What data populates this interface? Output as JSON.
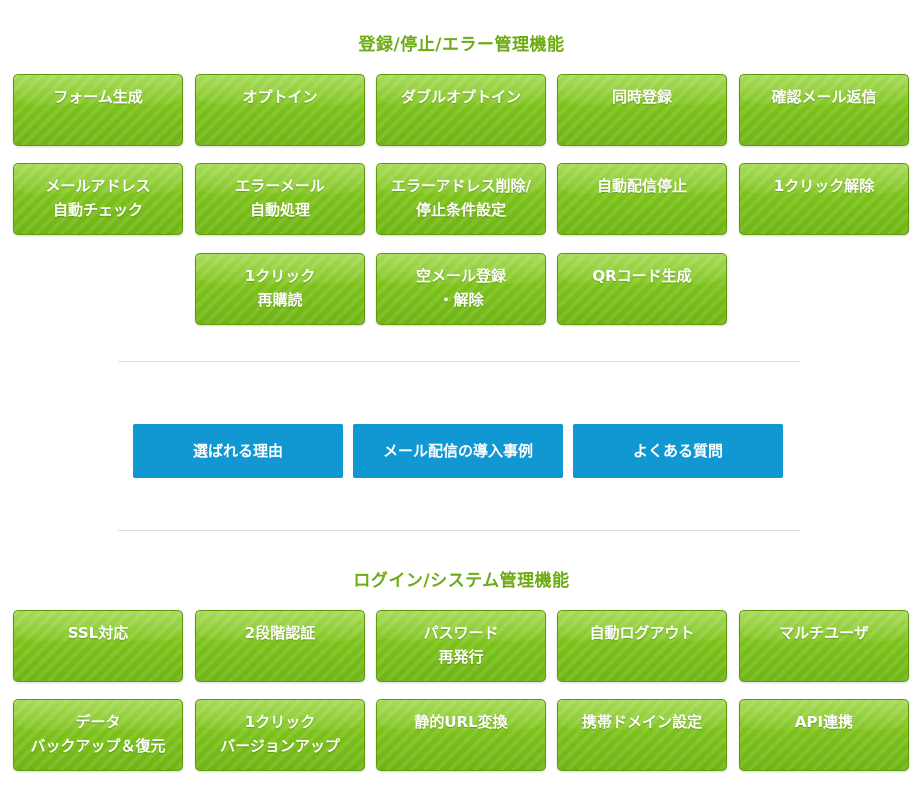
{
  "section1": {
    "title": "登録/停止/エラー管理機能",
    "buttons": [
      {
        "line1": "フォーム生成",
        "line2": ""
      },
      {
        "line1": "オプトイン",
        "line2": ""
      },
      {
        "line1": "ダブルオプトイン",
        "line2": ""
      },
      {
        "line1": "同時登録",
        "line2": ""
      },
      {
        "line1": "確認メール返信",
        "line2": ""
      },
      {
        "line1": "メールアドレス",
        "line2": "自動チェック"
      },
      {
        "line1": "エラーメール",
        "line2": "自動処理"
      },
      {
        "line1": "エラーアドレス削除/",
        "line2": "停止条件設定"
      },
      {
        "line1": "自動配信停止",
        "line2": ""
      },
      {
        "line1": "1クリック解除",
        "line2": ""
      },
      {
        "line1": "1クリック",
        "line2": "再購読"
      },
      {
        "line1": "空メール登録",
        "line2": "・解除"
      },
      {
        "line1": "QRコード生成",
        "line2": ""
      }
    ]
  },
  "links": [
    {
      "label": "選ばれる理由"
    },
    {
      "label": "メール配信の導入事例"
    },
    {
      "label": "よくある質問"
    }
  ],
  "section2": {
    "title": "ログイン/システム管理機能",
    "buttons": [
      {
        "line1": "SSL対応",
        "line2": ""
      },
      {
        "line1": "2段階認証",
        "line2": ""
      },
      {
        "line1": "パスワード",
        "line2": "再発行"
      },
      {
        "line1": "自動ログアウト",
        "line2": ""
      },
      {
        "line1": "マルチユーザ",
        "line2": ""
      },
      {
        "line1": "データ",
        "line2": "バックアップ＆復元"
      },
      {
        "line1": "1クリック",
        "line2": "バージョンアップ"
      },
      {
        "line1": "静的URL変換",
        "line2": ""
      },
      {
        "line1": "携帯ドメイン設定",
        "line2": ""
      },
      {
        "line1": "API連携",
        "line2": ""
      }
    ]
  },
  "colors": {
    "section_title": "#6cab12",
    "feature_button": "#7cc21a",
    "link_button": "#1197d2",
    "divider": "#dcdcdc"
  }
}
